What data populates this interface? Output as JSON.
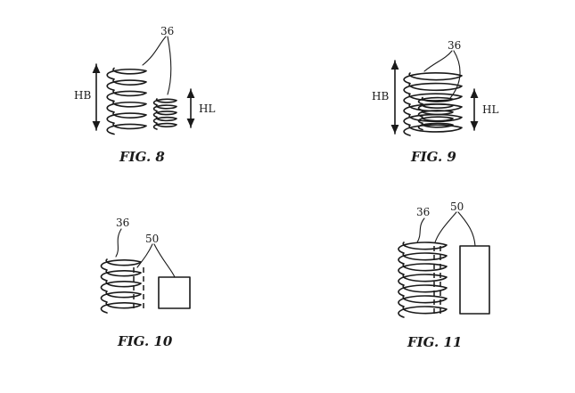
{
  "fig8": {
    "caption": "FIG. 8",
    "ref": "36",
    "height_big": "HB",
    "height_little": "HL"
  },
  "fig9": {
    "caption": "FIG. 9",
    "ref": "36",
    "height_big": "HB",
    "height_little": "HL"
  },
  "fig10": {
    "caption": "FIG. 10",
    "ref_coil": "36",
    "ref_block": "50"
  },
  "fig11": {
    "caption": "FIG. 11",
    "ref_coil": "36",
    "ref_block": "50"
  }
}
